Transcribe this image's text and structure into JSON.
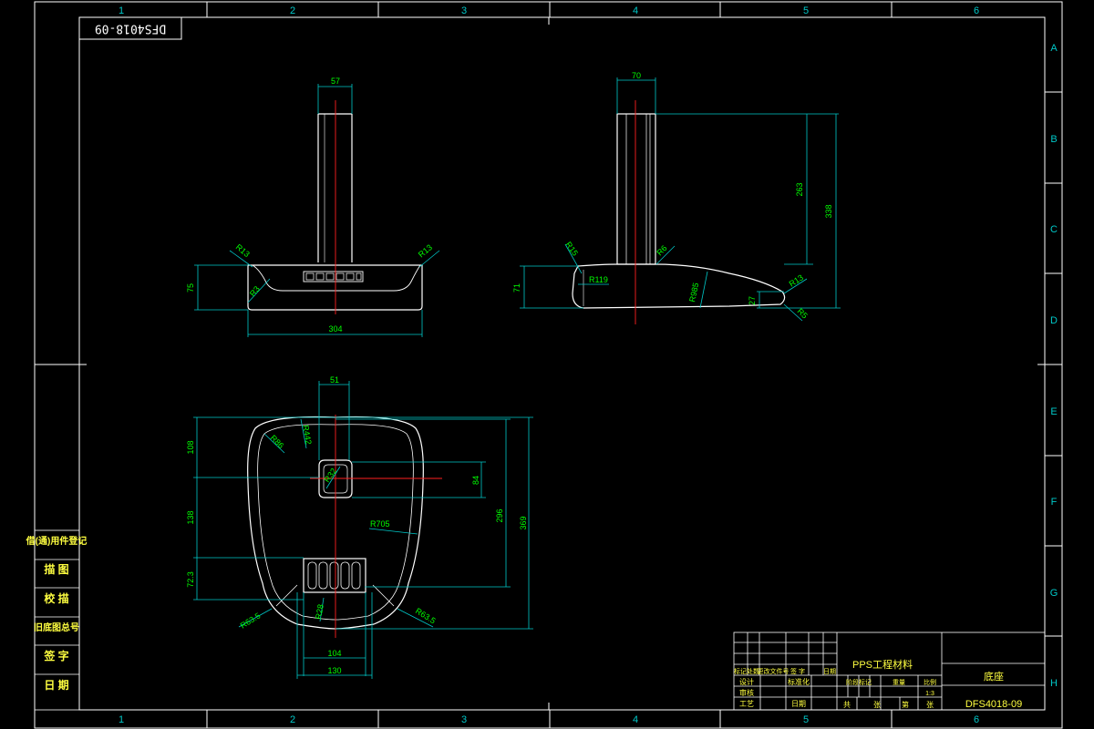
{
  "drawing_no_rotated": "DFS4018-09",
  "zone_columns": [
    "1",
    "2",
    "3",
    "4",
    "5",
    "6"
  ],
  "zone_rows": [
    "A",
    "B",
    "C",
    "D",
    "E",
    "F",
    "G",
    "H"
  ],
  "front_view": {
    "dims": {
      "top_width": "57",
      "height": "75",
      "width": "304",
      "r_left": "R13",
      "r_right": "R13",
      "r_inner": "R3"
    }
  },
  "side_view": {
    "dims": {
      "top_width": "70",
      "h_263": "263",
      "h_338": "338",
      "h_71": "71",
      "h_27": "27",
      "r15": "R15",
      "r6": "R6",
      "r119": "R119",
      "r985": "R985",
      "r13": "R13",
      "r5": "R5"
    }
  },
  "top_view": {
    "dims": {
      "top_width": "51",
      "v108": "108",
      "v138": "138",
      "v72_3": "72.3",
      "v84": "84",
      "v296": "296",
      "v369": "369",
      "r442": "R442",
      "r86": "R86",
      "r32": "R32",
      "r705": "R705",
      "r63_5_l": "R63.5",
      "r63_5_r": "R63.5",
      "r28": "R28",
      "w104": "104",
      "w130": "130"
    }
  },
  "side_stamp": [
    "借(通)用件登记",
    "描 图",
    "校 描",
    "旧底图总号",
    "签 字",
    "日 期"
  ],
  "title_block": {
    "material": "PPS工程材料",
    "part_name": "底座",
    "drawing_no": "DFS4018-09",
    "rev_headers": [
      "标记",
      "处数",
      "更改文件号",
      "签 字",
      "日期"
    ],
    "row_design": "设计",
    "row_standard": "标准化",
    "row_review": "审核",
    "row_process": "工艺",
    "row_date": "日期",
    "stage_headers": [
      "阶段标记",
      "重量",
      "比例"
    ],
    "scale": "1:3",
    "sheet_total": "共",
    "sheet_unit": "张",
    "sheet_no": "第",
    "sheet_unit2": "张"
  }
}
